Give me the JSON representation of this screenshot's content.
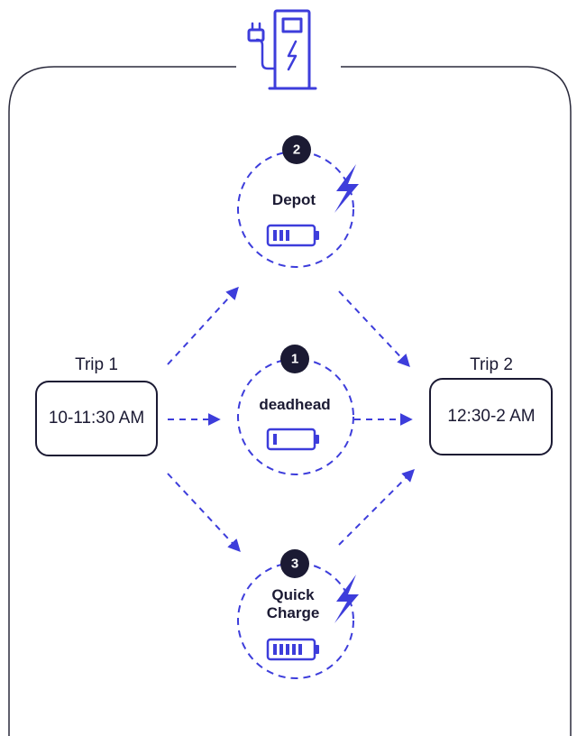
{
  "trip1": {
    "title": "Trip 1",
    "time": "10-11:30 AM"
  },
  "trip2": {
    "title": "Trip 2",
    "time": "12:30-2 AM"
  },
  "options": [
    {
      "number": "2",
      "name": "Depot",
      "battery_level": 3,
      "has_lightning": true
    },
    {
      "number": "1",
      "name": "deadhead",
      "battery_level": 1,
      "has_lightning": false
    },
    {
      "number": "3",
      "name_lines": [
        "Quick",
        "Charge"
      ],
      "battery_level": 5,
      "has_lightning": true
    }
  ],
  "colors": {
    "accent": "#3d3ddb",
    "dark": "#1b1a33",
    "frame": "#2a2a3c"
  },
  "icons": {
    "header": "ev-charging-station-icon",
    "battery": "battery-icon",
    "lightning": "lightning-bolt-icon"
  }
}
